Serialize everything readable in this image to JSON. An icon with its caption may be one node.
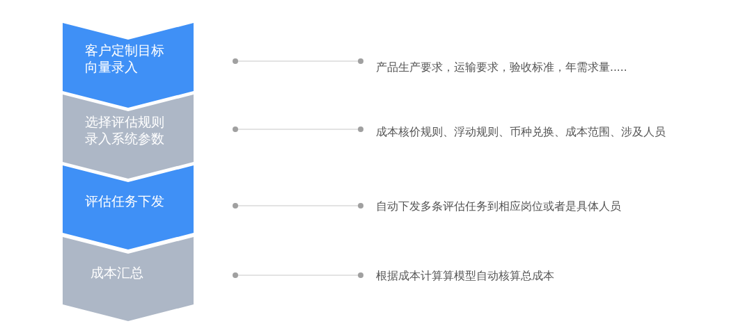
{
  "diagram": {
    "nodes": [
      {
        "text": [
          "客户定制目标向量录入"
        ]
      },
      {
        "text": [
          "选择评估规则录入系统参数"
        ]
      },
      {
        "text": [
          "评估任务下发"
        ]
      },
      {
        "text": [
          "成本汇总"
        ]
      },
      {
        "text": [
          "产品生产要求，运输要求，验收标准，年需求量....."
        ]
      },
      {
        "text": [
          "成本核价规则、浮动规则、币种兑换、成本范围、涉及人员"
        ]
      },
      {
        "text": [
          "自动下发多条评估任务到相应岗位或者是具体人员"
        ]
      },
      {
        "text": [
          "根据成本计算算模型自动核算总成本"
        ]
      }
    ],
    "edges": [
      {
        "from": 0,
        "to": 4,
        "arrow": "other"
      },
      {
        "from": 1,
        "to": 5,
        "arrow": "other"
      },
      {
        "from": 2,
        "to": 6,
        "arrow": "other"
      },
      {
        "from": 3,
        "to": 7,
        "arrow": "other"
      }
    ]
  }
}
